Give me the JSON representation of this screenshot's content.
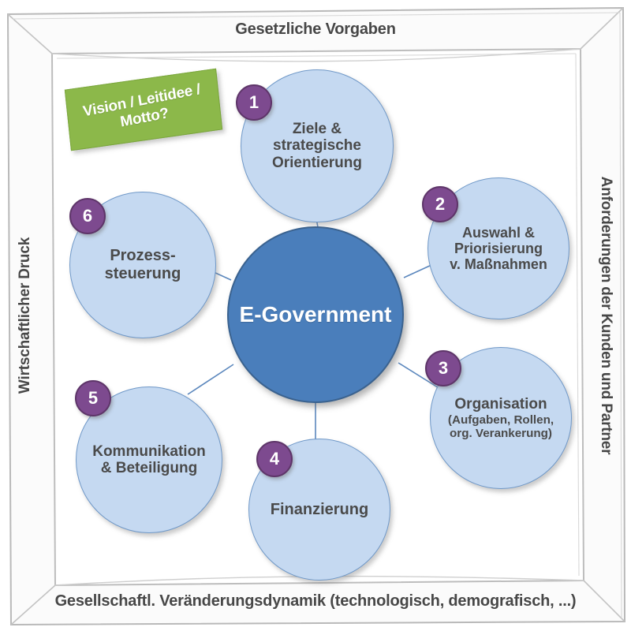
{
  "frame": {
    "top_label": "Gesetzliche Vorgaben",
    "bottom_label": "Gesellschaftl. Veränderungsdynamik (technologisch, demografisch, ...)",
    "left_label": "Wirtschaftlicher Druck",
    "right_label": "Anforderungen der Kunden und Partner",
    "frame_fill": "#fbfbfb",
    "frame_stroke": "#b4b4b4",
    "label_color": "#474747"
  },
  "banner": {
    "line1": "Vision / Leitidee /",
    "line2": "Motto?",
    "color": "#8cb84a"
  },
  "center": {
    "label": "E-Government",
    "color": "#4a7ebb"
  },
  "nodes": [
    {
      "number": "1",
      "label": "Ziele &",
      "label2": "strategische",
      "label3": "Orientierung",
      "sub": ""
    },
    {
      "number": "2",
      "label": "Auswahl &",
      "label2": "Priorisierung",
      "label3": "v. Maßnahmen",
      "sub": ""
    },
    {
      "number": "3",
      "label": "Organisation",
      "label2": "",
      "label3": "",
      "sub": "(Aufgaben, Rollen, org. Verankerung)"
    },
    {
      "number": "4",
      "label": "Finanzierung",
      "label2": "",
      "label3": "",
      "sub": ""
    },
    {
      "number": "5",
      "label": "Kommunikation",
      "label2": "& Beteiligung",
      "label3": "",
      "sub": ""
    },
    {
      "number": "6",
      "label": "Prozess-",
      "label2": "steuerung",
      "label3": "",
      "sub": ""
    }
  ],
  "colors": {
    "satellite_fill": "#c5d9f1",
    "satellite_stroke": "#6f98c8",
    "badge_fill": "#7d4a8f",
    "connector": "#5b87bd",
    "text": "#4a4a4a"
  }
}
